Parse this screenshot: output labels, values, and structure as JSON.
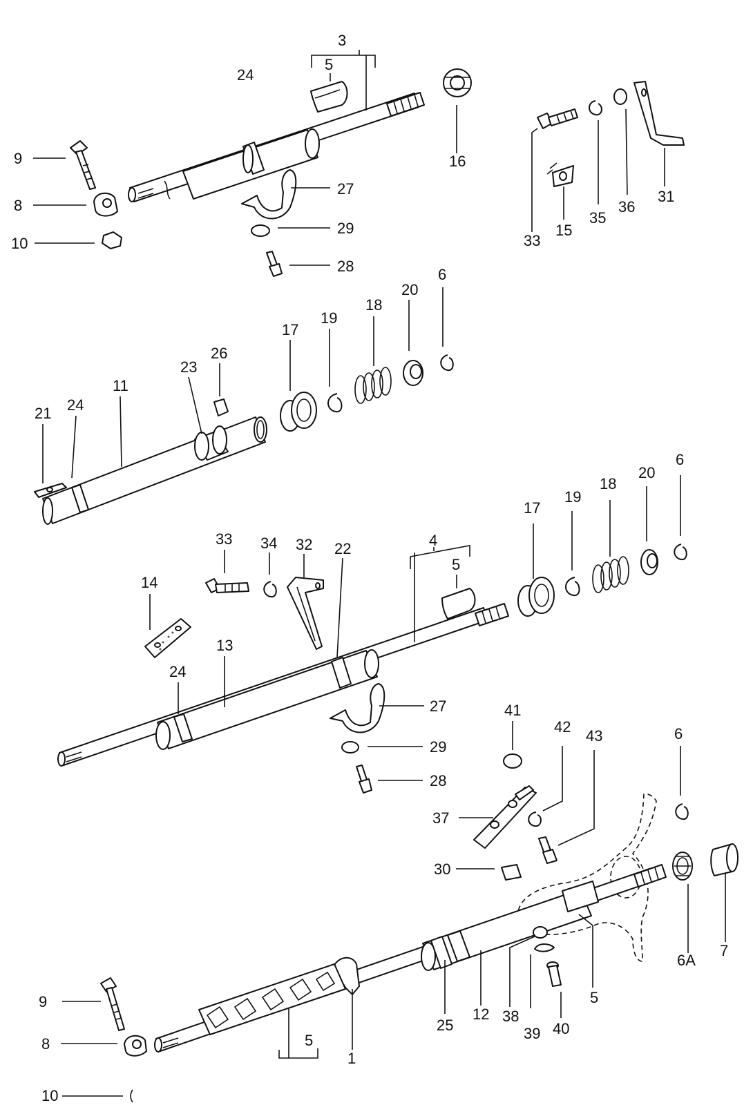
{
  "diagram": {
    "callouts": [
      {
        "id": "c-3",
        "text": "3"
      },
      {
        "id": "c-5a",
        "text": "5"
      },
      {
        "id": "c-24a",
        "text": "24"
      },
      {
        "id": "c-16",
        "text": "16"
      },
      {
        "id": "c-9a",
        "text": "9"
      },
      {
        "id": "c-8a",
        "text": "8"
      },
      {
        "id": "c-10a",
        "text": "10"
      },
      {
        "id": "c-27a",
        "text": "27"
      },
      {
        "id": "c-29a",
        "text": "29"
      },
      {
        "id": "c-28a",
        "text": "28"
      },
      {
        "id": "c-33a",
        "text": "33"
      },
      {
        "id": "c-15",
        "text": "15"
      },
      {
        "id": "c-35",
        "text": "35"
      },
      {
        "id": "c-36",
        "text": "36"
      },
      {
        "id": "c-31",
        "text": "31"
      },
      {
        "id": "c-6a",
        "text": "6"
      },
      {
        "id": "c-20a",
        "text": "20"
      },
      {
        "id": "c-18a",
        "text": "18"
      },
      {
        "id": "c-19a",
        "text": "19"
      },
      {
        "id": "c-17a",
        "text": "17"
      },
      {
        "id": "c-26",
        "text": "26"
      },
      {
        "id": "c-23",
        "text": "23"
      },
      {
        "id": "c-11",
        "text": "11"
      },
      {
        "id": "c-24b",
        "text": "24"
      },
      {
        "id": "c-21",
        "text": "21"
      },
      {
        "id": "c-6b",
        "text": "6"
      },
      {
        "id": "c-20b",
        "text": "20"
      },
      {
        "id": "c-18b",
        "text": "18"
      },
      {
        "id": "c-19b",
        "text": "19"
      },
      {
        "id": "c-17b",
        "text": "17"
      },
      {
        "id": "c-4",
        "text": "4"
      },
      {
        "id": "c-5b",
        "text": "5"
      },
      {
        "id": "c-33b",
        "text": "33"
      },
      {
        "id": "c-34",
        "text": "34"
      },
      {
        "id": "c-32",
        "text": "32"
      },
      {
        "id": "c-22",
        "text": "22"
      },
      {
        "id": "c-14",
        "text": "14"
      },
      {
        "id": "c-13",
        "text": "13"
      },
      {
        "id": "c-24c",
        "text": "24"
      },
      {
        "id": "c-27b",
        "text": "27"
      },
      {
        "id": "c-29b",
        "text": "29"
      },
      {
        "id": "c-28b",
        "text": "28"
      },
      {
        "id": "c-41",
        "text": "41"
      },
      {
        "id": "c-42",
        "text": "42"
      },
      {
        "id": "c-43",
        "text": "43"
      },
      {
        "id": "c-6c",
        "text": "6"
      },
      {
        "id": "c-37",
        "text": "37"
      },
      {
        "id": "c-30",
        "text": "30"
      },
      {
        "id": "c-6A",
        "text": "6A"
      },
      {
        "id": "c-7",
        "text": "7"
      },
      {
        "id": "c-5c",
        "text": "5"
      },
      {
        "id": "c-9b",
        "text": "9"
      },
      {
        "id": "c-8b",
        "text": "8"
      },
      {
        "id": "c-10b",
        "text": "10"
      },
      {
        "id": "c-5d",
        "text": "5"
      },
      {
        "id": "c-1",
        "text": "1"
      },
      {
        "id": "c-25",
        "text": "25"
      },
      {
        "id": "c-12",
        "text": "12"
      },
      {
        "id": "c-38",
        "text": "38"
      },
      {
        "id": "c-39",
        "text": "39"
      },
      {
        "id": "c-40",
        "text": "40"
      }
    ]
  }
}
